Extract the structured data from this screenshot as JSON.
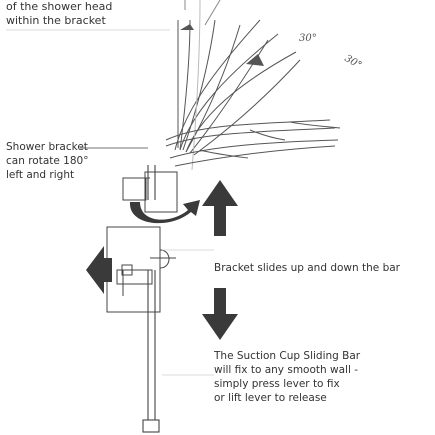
{
  "captions": {
    "head_rotation": "of the shower head\nwithin the bracket",
    "bracket_rotation": "Shower bracket\ncan rotate 180°\nleft and right",
    "slides": "Bracket slides up and down the bar",
    "suction": "The Suction Cup Sliding Bar\nwill fix to any smooth wall -\nsimply press lever to fix\nor lift lever to release"
  },
  "angle_marks": {
    "top": "30°",
    "right": "30°"
  },
  "colors": {
    "arrow": "#3a3a3a",
    "line": "#444444",
    "text": "#333333"
  },
  "icons": [
    "rotation-arrow-icon",
    "up-arrow-icon",
    "down-arrow-icon",
    "left-arrow-icon"
  ]
}
